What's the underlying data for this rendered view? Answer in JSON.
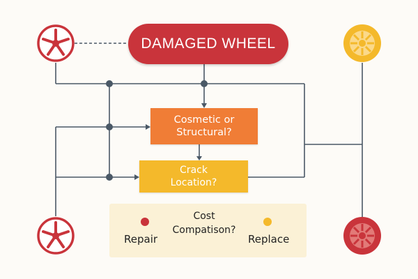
{
  "title": "DAMAGED WHEEL",
  "question_cosmetic": {
    "line1": "Cosmetic or",
    "line2": "Structural?"
  },
  "question_crack": {
    "line1": "Crack",
    "line2": "Location?"
  },
  "cost": {
    "line1": "Cost",
    "line2": "Compatison?"
  },
  "options": {
    "repair": "Repair",
    "replace": "Replace"
  },
  "icons": {
    "top_left": "spoked-wheel-icon",
    "bottom_left": "spoked-wheel-icon",
    "top_right": "alloy-rim-icon",
    "bottom_right": "alloy-rim-icon"
  },
  "colors": {
    "red": "#c9343b",
    "orange": "#f07d36",
    "yellow": "#f4b92b",
    "line": "#4a5866",
    "cost_bg": "#fbf1d6"
  }
}
